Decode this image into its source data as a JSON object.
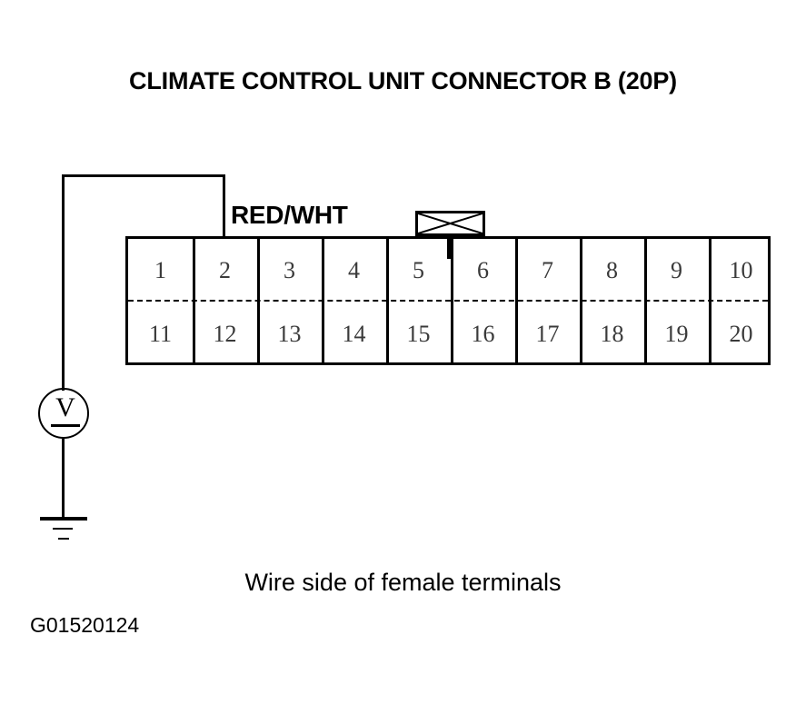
{
  "title": "CLIMATE CONTROL UNIT CONNECTOR B (20P)",
  "caption": "Wire side of female terminals",
  "figure_id": "G01520124",
  "wire": {
    "label": "RED/WHT",
    "color_name": "RED/WHT",
    "stroke_color": "#000000"
  },
  "meter": {
    "symbol": "V",
    "type": "voltmeter",
    "ground_symbol": "earth-ground"
  },
  "connector": {
    "name": "CLIMATE CONTROL UNIT CONNECTOR B",
    "pin_count": "20P",
    "columns": 10,
    "rows": 2,
    "blocked_cavity_marker": "X",
    "blocked_cavity_over_pin": "6",
    "probed_pin": "2",
    "top_row": [
      "1",
      "2",
      "3",
      "4",
      "5",
      "6",
      "7",
      "8",
      "9",
      "10"
    ],
    "bottom_row": [
      "11",
      "12",
      "13",
      "14",
      "15",
      "16",
      "17",
      "18",
      "19",
      "20"
    ]
  }
}
